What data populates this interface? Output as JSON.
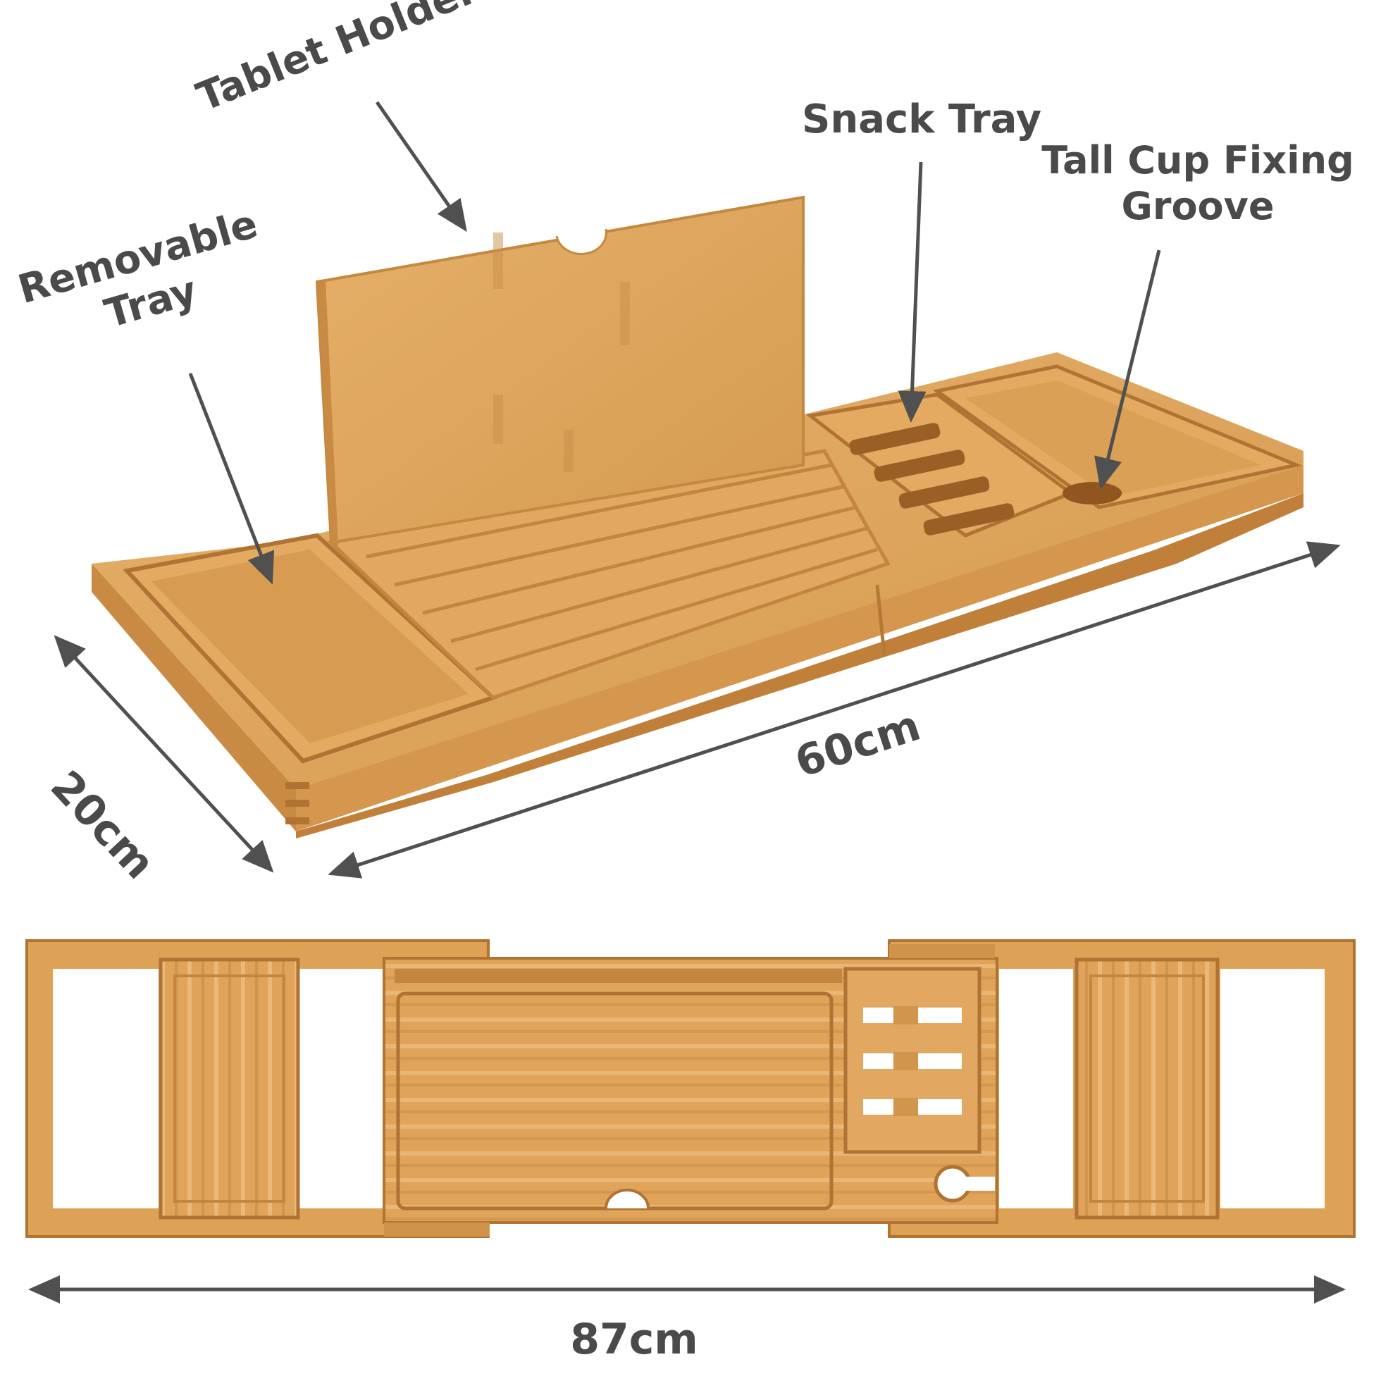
{
  "colors": {
    "wood": "#dea257",
    "wood_light": "#e9b572",
    "wood_dark": "#c0803a",
    "wood_edge": "#b07333",
    "text": "#4a4a4a",
    "arrow": "#505050",
    "background": "#ffffff"
  },
  "labels": {
    "tablet_holder": "Tablet Holder",
    "removable_tray": [
      "Removable",
      "Tray"
    ],
    "snack_tray": "Snack Tray",
    "tall_cup_groove": [
      "Tall Cup Fixing",
      "Groove"
    ]
  },
  "dimensions": {
    "depth": "20cm",
    "length": "60cm",
    "extended_length": "87cm"
  },
  "icons": {
    "product_3d": "bamboo-bath-caddy-perspective",
    "product_top": "bamboo-bath-caddy-top-view"
  }
}
